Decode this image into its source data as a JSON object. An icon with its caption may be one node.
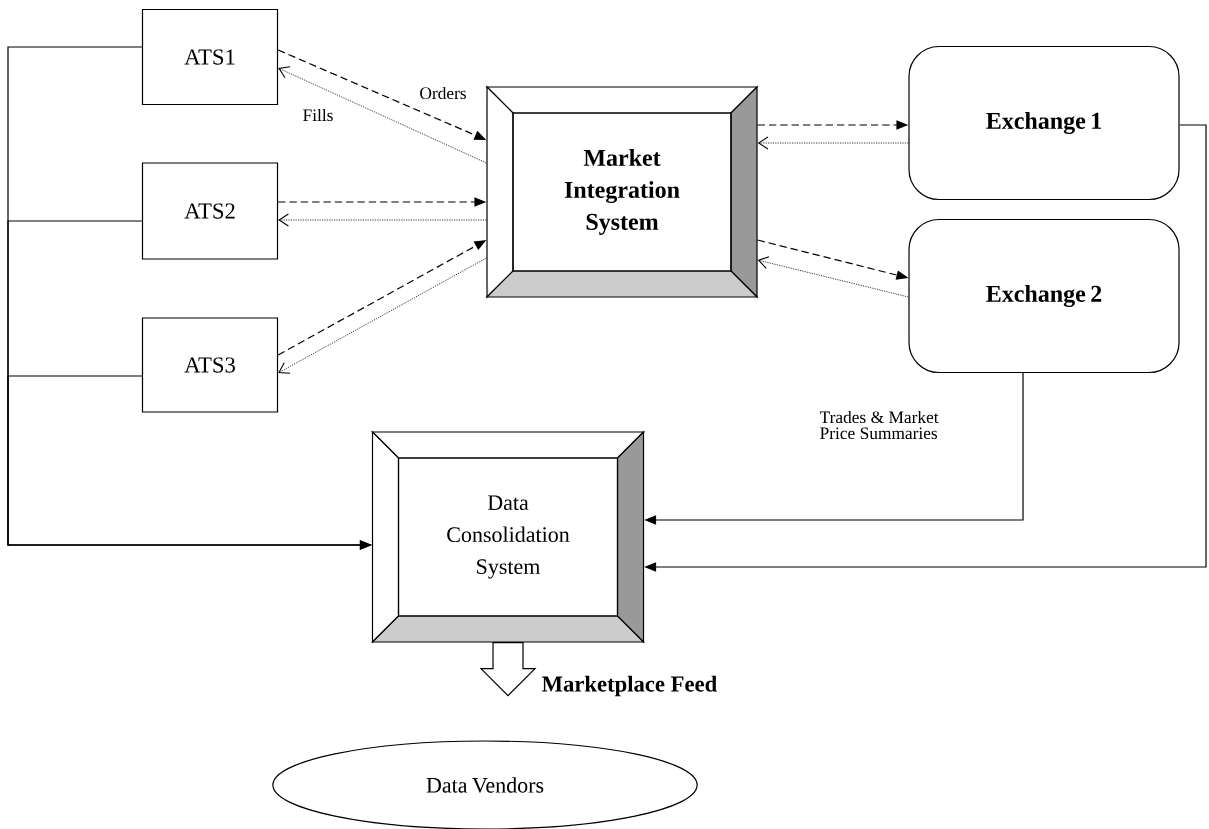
{
  "diagram": {
    "nodes": [
      {
        "text": [
          "ATS1"
        ]
      },
      {
        "text": [
          "ATS2"
        ]
      },
      {
        "text": [
          "ATS3"
        ]
      },
      {
        "text": [
          "Market Integration System"
        ]
      },
      {
        "text": [
          "Exchange 1"
        ]
      },
      {
        "text": [
          "Exchange 2"
        ]
      },
      {
        "text": [
          "Data Consolidation System"
        ]
      },
      {
        "text": [
          "Data Vendors"
        ]
      }
    ],
    "edges": [
      {
        "from": 0,
        "to": 3,
        "arrow": "to",
        "style": "dashed",
        "label": "Orders"
      },
      {
        "from": 3,
        "to": 0,
        "arrow": "to",
        "style": "dashed",
        "label": "Fills"
      },
      {
        "from": 1,
        "to": 3,
        "arrow": "to",
        "style": "dashed"
      },
      {
        "from": 3,
        "to": 1,
        "arrow": "to",
        "style": "dashed"
      },
      {
        "from": 2,
        "to": 3,
        "arrow": "to",
        "style": "dashed"
      },
      {
        "from": 3,
        "to": 2,
        "arrow": "to",
        "style": "dashed"
      },
      {
        "from": 3,
        "to": 4,
        "arrow": "to",
        "style": "dashed"
      },
      {
        "from": 4,
        "to": 3,
        "arrow": "to",
        "style": "dashed"
      },
      {
        "from": 3,
        "to": 5,
        "arrow": "to",
        "style": "dashed"
      },
      {
        "from": 5,
        "to": 3,
        "arrow": "to",
        "style": "dashed"
      },
      {
        "from": 0,
        "to": 6,
        "arrow": "to"
      },
      {
        "from": 1,
        "to": 6,
        "arrow": "to"
      },
      {
        "from": 2,
        "to": 6,
        "arrow": "to"
      },
      {
        "from": 5,
        "to": 6,
        "arrow": "to",
        "label": "Trades & Market Price Summaries"
      },
      {
        "from": 4,
        "to": 6,
        "arrow": "to"
      },
      {
        "from": 6,
        "to": 7,
        "arrow": "to",
        "style": "thick",
        "label": "Marketplace Feed"
      }
    ]
  }
}
